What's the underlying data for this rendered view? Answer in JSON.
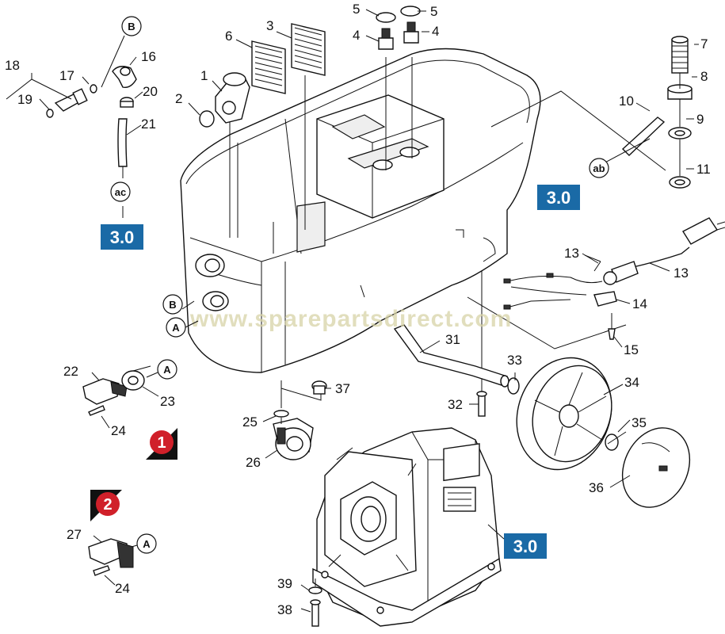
{
  "watermark": "www.sparepartsdirect.com",
  "colors": {
    "reference_box": "#1a6aa6",
    "badge": "#d0202a",
    "watermark": "#d8d4a8"
  },
  "references": [
    {
      "id": "ref-left",
      "text": "3.0"
    },
    {
      "id": "ref-right",
      "text": "3.0"
    },
    {
      "id": "ref-motor",
      "text": "3.0"
    }
  ],
  "badges": [
    {
      "id": "badge-1",
      "text": "1"
    },
    {
      "id": "badge-2",
      "text": "2"
    }
  ],
  "connectors": {
    "B_top": "B",
    "ac": "ac",
    "ab": "ab",
    "B_body": "B",
    "A_body": "A",
    "A_22": "A",
    "A_27": "A"
  },
  "part_labels": {
    "p1": "1",
    "p2": "2",
    "p3": "3",
    "p4a": "4",
    "p4b": "4",
    "p5a": "5",
    "p5b": "5",
    "p6": "6",
    "p7": "7",
    "p8": "8",
    "p9": "9",
    "p10": "10",
    "p11": "11",
    "p13a": "13",
    "p13b": "13",
    "p14": "14",
    "p15": "15",
    "p16": "16",
    "p17": "17",
    "p18": "18",
    "p19": "19",
    "p20": "20",
    "p21": "21",
    "p22": "22",
    "p23": "23",
    "p24a": "24",
    "p24b": "24",
    "p25": "25",
    "p26": "26",
    "p27": "27",
    "p31": "31",
    "p32": "32",
    "p33": "33",
    "p34": "34",
    "p35": "35",
    "p36": "36",
    "p37": "37",
    "p38": "38",
    "p39": "39"
  }
}
